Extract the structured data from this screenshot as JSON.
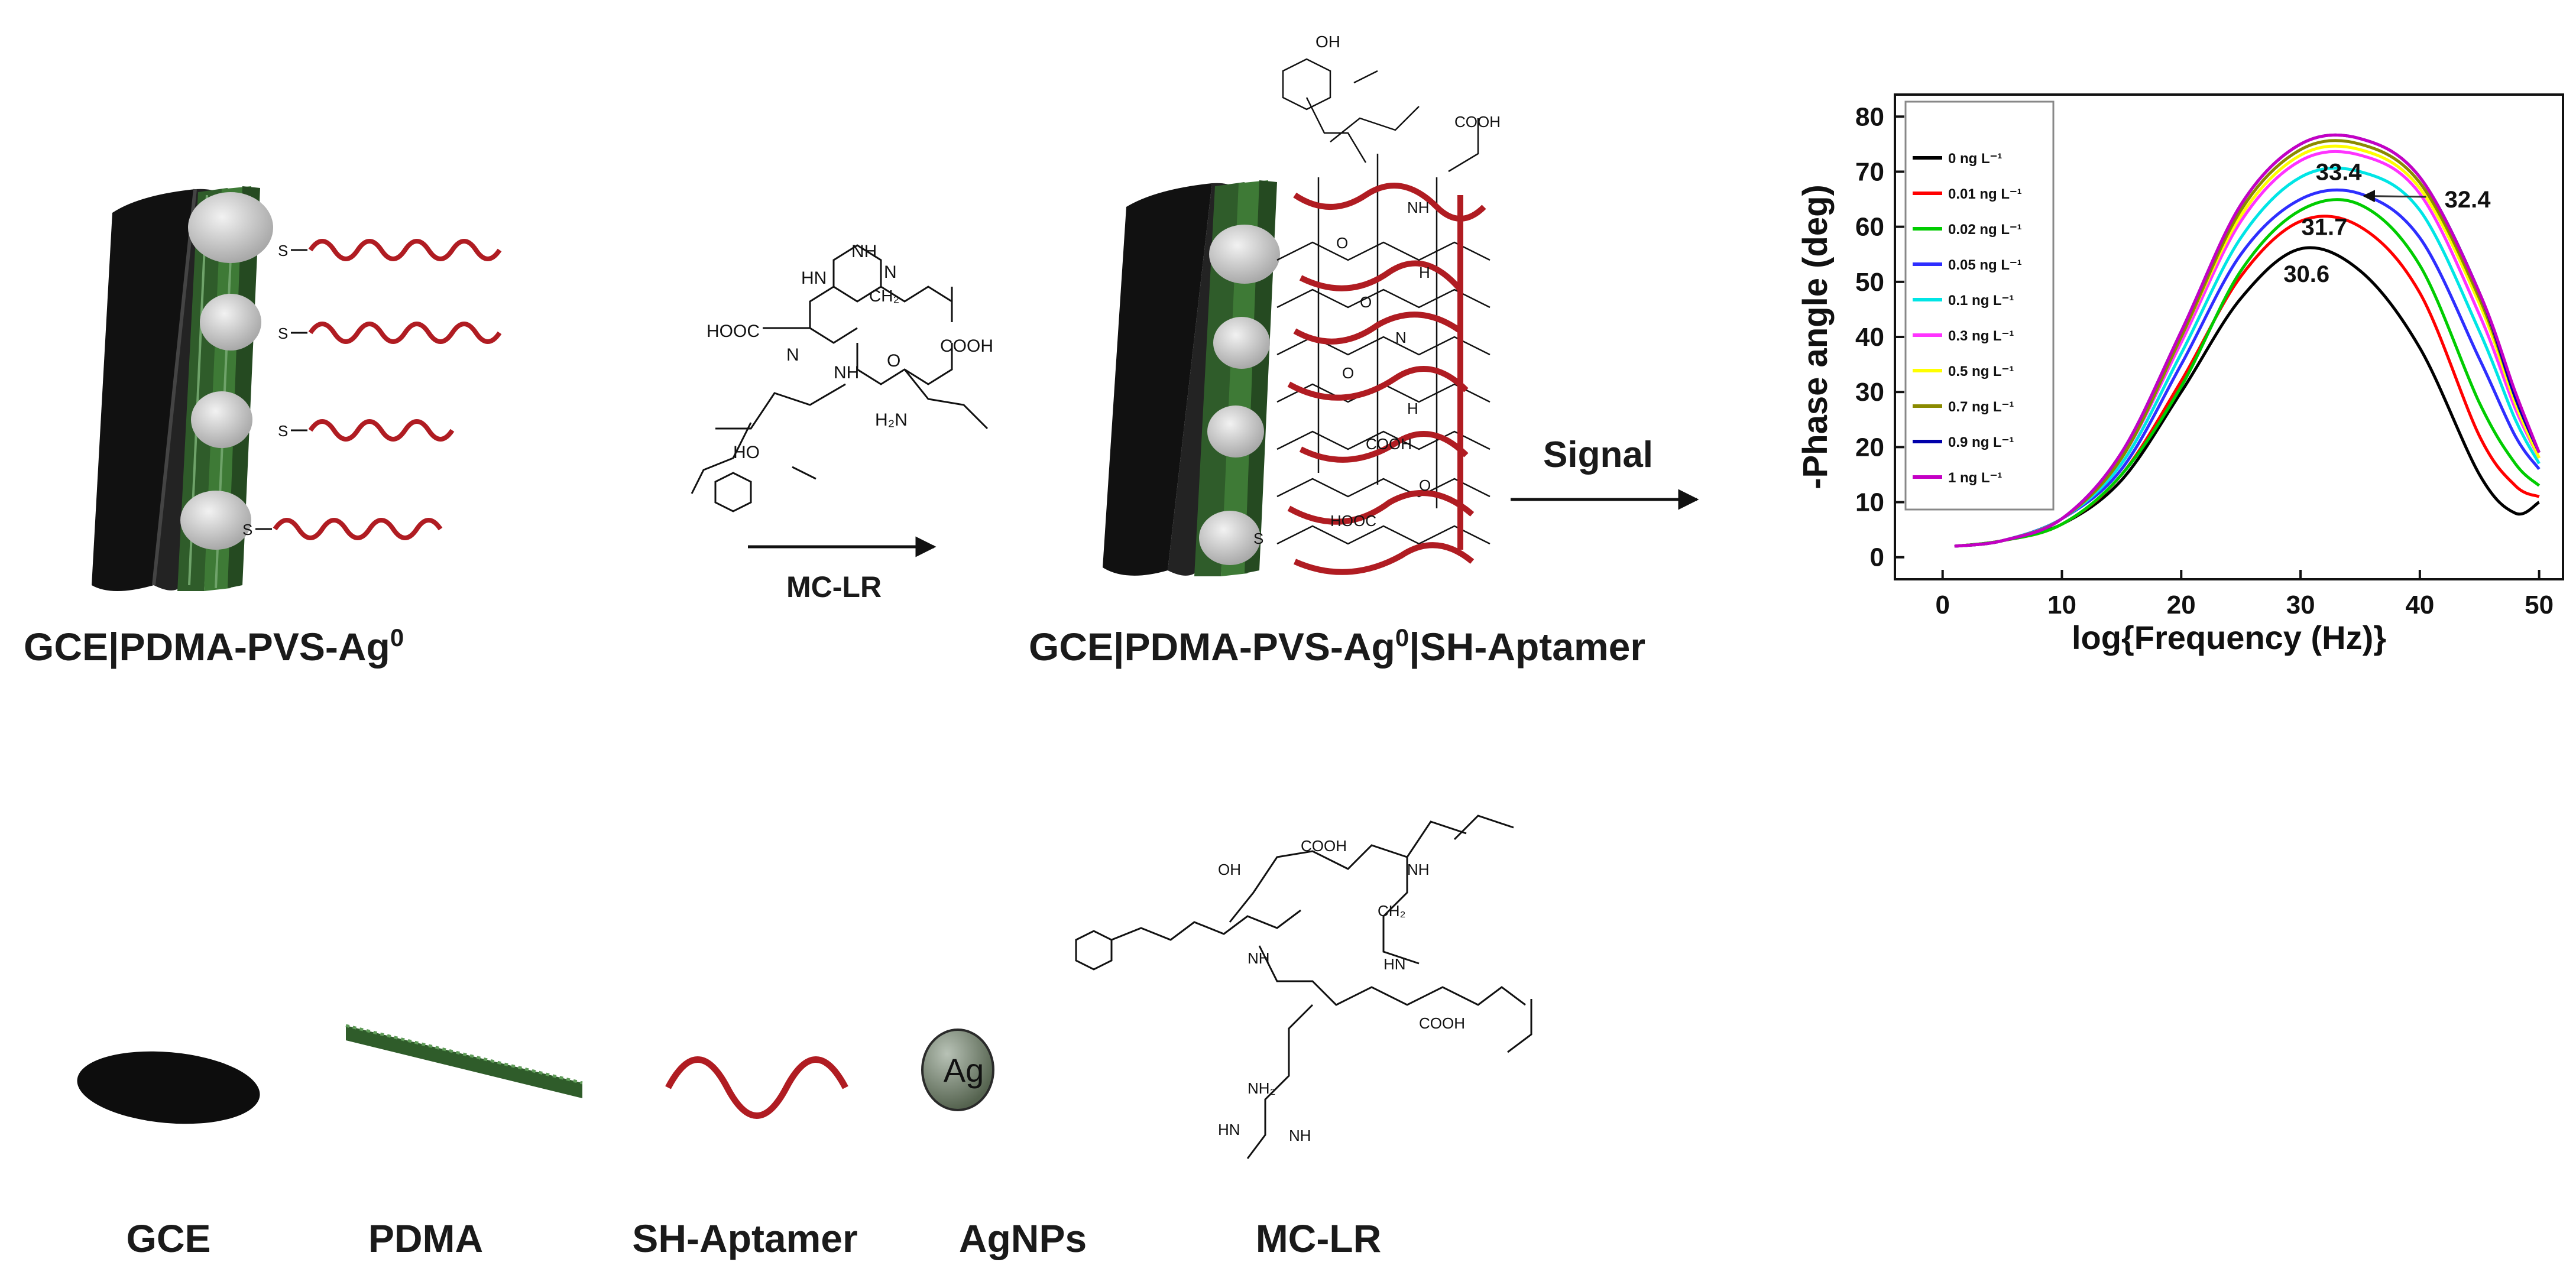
{
  "scheme": {
    "label_left": "GCE|PDMA-PVS-Ag",
    "label_left_sup": "0",
    "label_mid_a": "GCE|PDMA-PVS-Ag",
    "label_mid_sup": "0",
    "label_mid_b": "|SH-Aptamer",
    "arrow1_label": "MC-LR",
    "arrow2_label": "Signal",
    "thiol_mark": "S"
  },
  "molecule_text": {
    "hooc": "HOOC",
    "cooh": "COOH",
    "ho": "HO",
    "oh": "OH",
    "nh": "NH",
    "hn": "HN",
    "n": "N",
    "o": "O",
    "h2n": "H₂N",
    "ch2": "CH₂",
    "nh2": "NH₂",
    "h": "H"
  },
  "legend_row": {
    "items": [
      {
        "label": "GCE",
        "icon": "black-ellipse"
      },
      {
        "label": "PDMA",
        "icon": "green-bar"
      },
      {
        "label": "SH-Aptamer",
        "icon": "red-wave"
      },
      {
        "label": "AgNPs",
        "icon": "silver-sphere",
        "inner": "Ag"
      },
      {
        "label": "MC-LR",
        "icon": "molecule"
      }
    ]
  },
  "colors": {
    "gce": "#0d0d0d",
    "pdma": "#2f5c2a",
    "aptamer": "#b01c22",
    "ag": "#c8c8c8",
    "ag_legend": "#6b7a6a"
  },
  "chart_data": {
    "type": "line",
    "xlabel": "log{Frequency (Hz)}",
    "ylabel": "-Phase angle (deg)",
    "xlim": [
      -4,
      52
    ],
    "ylim": [
      -4,
      84
    ],
    "xticks": [
      0,
      10,
      20,
      30,
      40,
      50
    ],
    "yticks": [
      0,
      10,
      20,
      30,
      40,
      50,
      60,
      70,
      80
    ],
    "legend_position": "top-left",
    "grid": false,
    "series": [
      {
        "name": "0 ng L⁻¹",
        "color": "#000000",
        "x": [
          1,
          5,
          10,
          15,
          20,
          25,
          30,
          35,
          40,
          45,
          48,
          50
        ],
        "y": [
          2,
          3,
          6,
          14,
          30,
          47,
          56,
          52,
          38,
          15,
          8,
          10
        ]
      },
      {
        "name": "0.01 ng L⁻¹",
        "color": "#ff0000",
        "x": [
          1,
          5,
          10,
          15,
          20,
          25,
          30,
          35,
          40,
          45,
          48,
          50
        ],
        "y": [
          2,
          3,
          6,
          15,
          32,
          51,
          61,
          60,
          48,
          22,
          13,
          11
        ]
      },
      {
        "name": "0.02 ng L⁻¹",
        "color": "#00cc00",
        "x": [
          1,
          5,
          10,
          15,
          20,
          25,
          30,
          35,
          40,
          45,
          48,
          50
        ],
        "y": [
          2,
          3,
          6,
          15,
          31,
          52,
          63,
          64,
          53,
          28,
          17,
          13
        ]
      },
      {
        "name": "0.05 ng L⁻¹",
        "color": "#2e2eff",
        "x": [
          1,
          5,
          10,
          15,
          20,
          25,
          30,
          35,
          40,
          45,
          48,
          50
        ],
        "y": [
          2,
          3,
          7,
          16,
          35,
          55,
          65,
          66,
          58,
          36,
          22,
          16
        ]
      },
      {
        "name": "0.1 ng L⁻¹",
        "color": "#00e5e5",
        "x": [
          1,
          5,
          10,
          15,
          20,
          25,
          30,
          35,
          40,
          45,
          48,
          50
        ],
        "y": [
          2,
          3,
          7,
          17,
          37,
          58,
          69,
          70,
          63,
          41,
          25,
          17
        ]
      },
      {
        "name": "0.3 ng L⁻¹",
        "color": "#ff33ff",
        "x": [
          1,
          5,
          10,
          15,
          20,
          25,
          30,
          35,
          40,
          45,
          48,
          50
        ],
        "y": [
          2,
          3,
          7,
          18,
          39,
          61,
          72,
          73,
          66,
          44,
          27,
          18
        ]
      },
      {
        "name": "0.5 ng L⁻¹",
        "color": "#ffff00",
        "x": [
          1,
          5,
          10,
          15,
          20,
          25,
          30,
          35,
          40,
          45,
          48,
          50
        ],
        "y": [
          2,
          3,
          7,
          18,
          40,
          62,
          73,
          74,
          67,
          46,
          28,
          18
        ]
      },
      {
        "name": "0.7 ng L⁻¹",
        "color": "#8a8a00",
        "x": [
          1,
          5,
          10,
          15,
          20,
          25,
          30,
          35,
          40,
          45,
          48,
          50
        ],
        "y": [
          2,
          3,
          7,
          18,
          40,
          63,
          74,
          75,
          68,
          47,
          29,
          19
        ]
      },
      {
        "name": "0.9 ng L⁻¹",
        "color": "#0000aa",
        "x": [
          1,
          5,
          10,
          15,
          20,
          25,
          30,
          35,
          40,
          45,
          48,
          50
        ],
        "y": [
          2,
          3,
          7,
          19,
          41,
          64,
          75,
          76,
          69,
          48,
          29,
          19
        ]
      },
      {
        "name": "1 ng L⁻¹",
        "color": "#c400c4",
        "x": [
          1,
          5,
          10,
          15,
          20,
          25,
          30,
          35,
          40,
          45,
          48,
          50
        ],
        "y": [
          2,
          3,
          7,
          19,
          41,
          64,
          75,
          76,
          69,
          48,
          30,
          19
        ]
      }
    ],
    "annotations": [
      {
        "text": "30.6",
        "x": 30.5,
        "y": 50
      },
      {
        "text": "31.7",
        "x": 32,
        "y": 58.5
      },
      {
        "text": "33.4",
        "x": 33.2,
        "y": 68.5
      },
      {
        "text": "32.4",
        "x": 44,
        "y": 63.5
      }
    ]
  }
}
